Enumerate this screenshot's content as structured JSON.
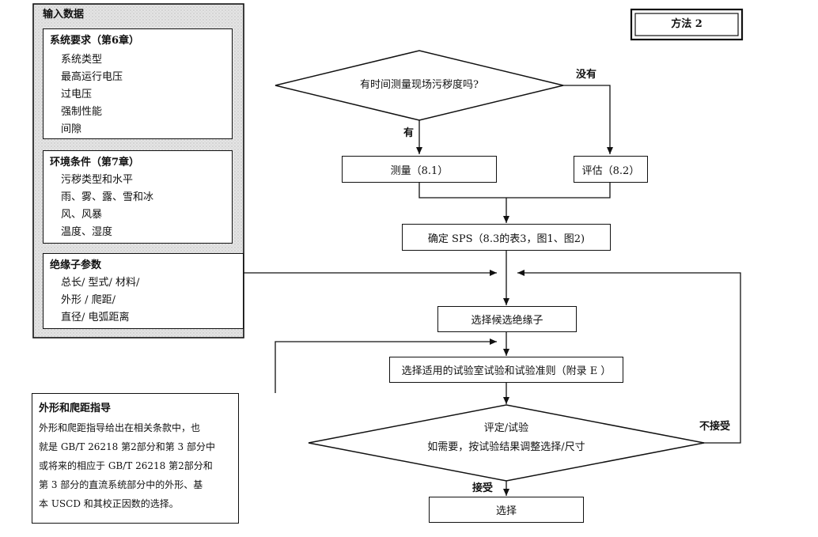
{
  "method_label": "方法 2",
  "input_panel": {
    "title": "输入数据",
    "system": {
      "heading": "系统要求（第6章）",
      "items": [
        "系统类型",
        "最高运行电压",
        "过电压",
        "强制性能",
        "间隙"
      ]
    },
    "environment": {
      "heading": "环境条件（第7章）",
      "items": [
        "污秽类型和水平",
        "雨、雾、露、雪和冰",
        "风、风暴",
        "温度、湿度"
      ]
    },
    "insulator": {
      "heading": "绝缘子参数",
      "items": [
        "总长/ 型式/ 材料/",
        "外形 / 爬距/",
        "直径/ 电弧距离"
      ]
    }
  },
  "guide_box": {
    "title": "外形和爬距指导",
    "lines": [
      "外形和爬距指导给出在相关条款中，也",
      "就是 GB/T 26218 第2部分和第 3 部分中",
      "或将来的相应于 GB/T 26218 第2部分和",
      "第 3 部分的直流系统部分中的外形、基",
      "本 USCD 和其校正因数的选择。"
    ]
  },
  "flow": {
    "decision1": "有时间测量现场污秽度吗?",
    "yes_label": "有",
    "no_label": "没有",
    "measure": "测量（8.1）",
    "estimate": "评估（8.2）",
    "determine_sps": "确定 SPS（8.3的表3，图1、图2)",
    "select_candidate": "选择候选绝缘子",
    "select_tests": "选择适用的试验室试验和试验准则（附录 E ）",
    "decision2_line1": "评定/试验",
    "decision2_line2": "如需要，按试验结果调整选择/尺寸",
    "accept_label": "接受",
    "reject_label": "不接受",
    "final": "选择"
  }
}
